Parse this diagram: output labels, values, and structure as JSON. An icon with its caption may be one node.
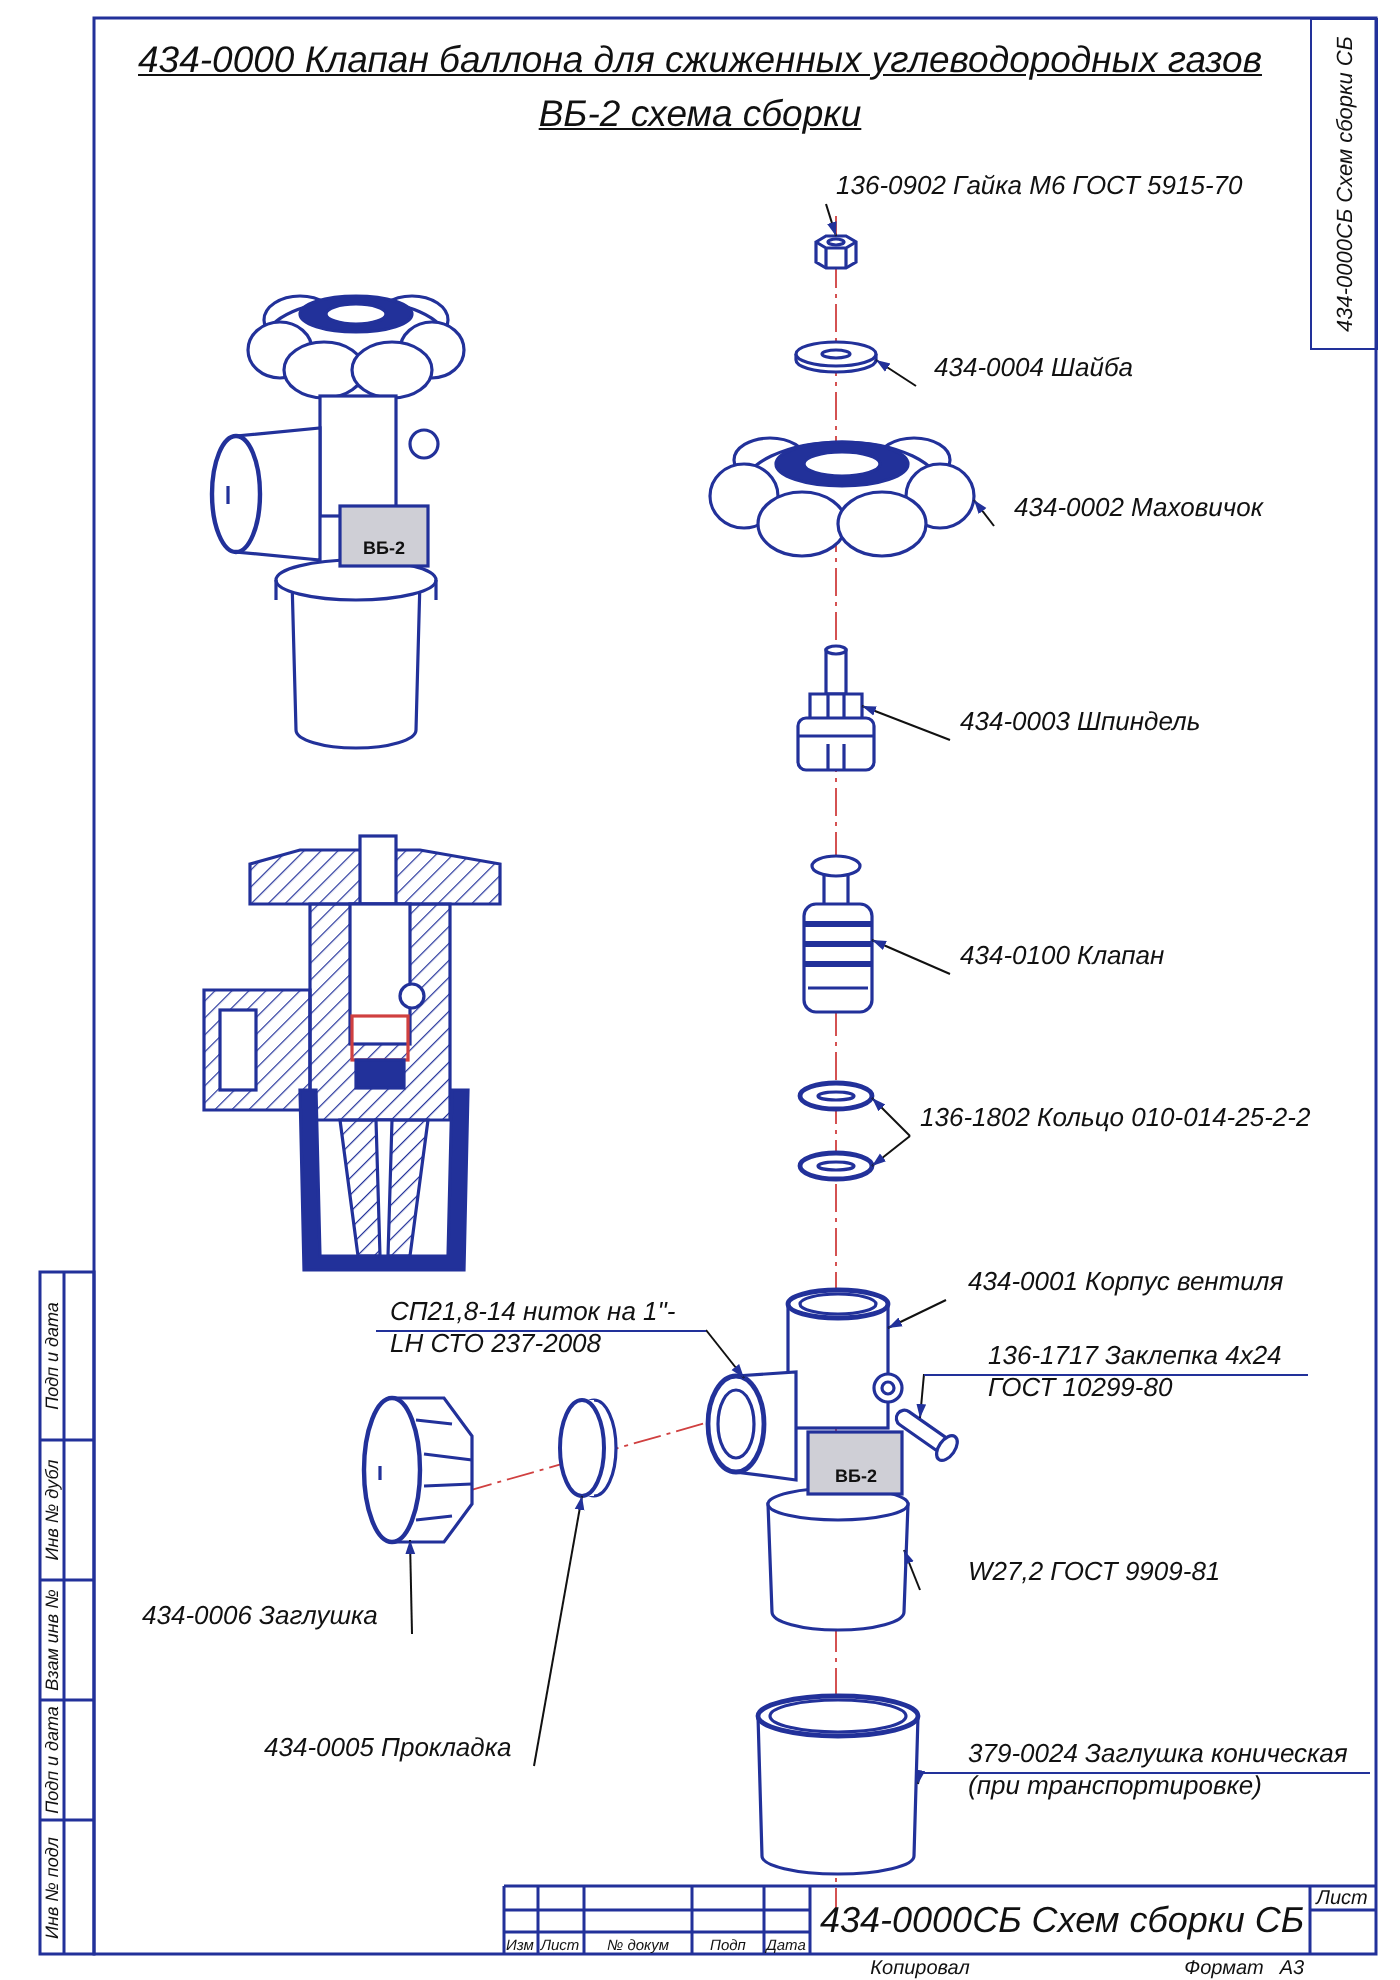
{
  "diagram": {
    "title": "434-0000 Клапан баллона для сжиженных углеводородных газов ВБ-2 схема сборки",
    "nodes": [
      {
        "text": [
          "136-0902 Гайка М6 ГОСТ 5915-70"
        ]
      },
      {
        "text": [],
        "shape": "picture"
      },
      {
        "text": [
          "434-0004 Шайба"
        ]
      },
      {
        "text": [],
        "shape": "picture"
      },
      {
        "text": [
          "434-0002 Маховичок"
        ]
      },
      {
        "text": [],
        "shape": "picture"
      },
      {
        "text": [
          "434-0003 Шпиндель"
        ]
      },
      {
        "text": [],
        "shape": "picture"
      },
      {
        "text": [
          "434-0100 Клапан"
        ]
      },
      {
        "text": [],
        "shape": "picture"
      },
      {
        "text": [
          "136-1802 Кольцо 010-014-25-2-2"
        ]
      },
      {
        "text": [],
        "shape": "picture"
      },
      {
        "text": [],
        "shape": "picture"
      },
      {
        "text": [
          "434-0001 Корпус вентиля"
        ]
      },
      {
        "text": [],
        "shape": "picture"
      },
      {
        "text": [
          "СП21,8-14 ниток на 1\"-LH СТО 237-2008"
        ]
      },
      {
        "text": [
          "136-1717 Заклепка 4х24 ГОСТ 10299-80"
        ]
      },
      {
        "text": [],
        "shape": "bar"
      },
      {
        "text": [
          "W27,2 ГОСТ 9909-81"
        ]
      },
      {
        "text": [
          "434-0006 Заглушка"
        ]
      },
      {
        "text": [],
        "shape": "picture"
      },
      {
        "text": [
          "434-0005 Прокладка"
        ]
      },
      {
        "text": [],
        "shape": "picture"
      },
      {
        "text": [
          "379-0024 Заглушка коническая (при транспортировке)"
        ]
      },
      {
        "text": [],
        "shape": "cylinder"
      }
    ],
    "edges": [
      {
        "from": 0,
        "to": 1,
        "arrow": "to"
      },
      {
        "from": 2,
        "to": 3,
        "arrow": "to"
      },
      {
        "from": 4,
        "to": 5,
        "arrow": "to"
      },
      {
        "from": 6,
        "to": 7,
        "arrow": "to"
      },
      {
        "from": 8,
        "to": 9,
        "arrow": "to"
      },
      {
        "from": 10,
        "to": 11,
        "arrow": "to"
      },
      {
        "from": 10,
        "to": 12,
        "arrow": "to"
      },
      {
        "from": 13,
        "to": 14,
        "arrow": "to"
      },
      {
        "from": 15,
        "to": 14,
        "arrow": "to"
      },
      {
        "from": 16,
        "to": 17,
        "arrow": "to"
      },
      {
        "from": 18,
        "to": 14,
        "arrow": "to"
      },
      {
        "from": 19,
        "to": 20,
        "arrow": "to"
      },
      {
        "from": 21,
        "to": 22,
        "arrow": "to"
      },
      {
        "from": 23,
        "to": 24,
        "arrow": "to"
      }
    ],
    "labels": [
      "434-0000СБ Схем сборки СБ",
      "ВБ-2",
      "ВБ-2",
      "Подп и дата",
      "Инв № дубл",
      "Взам инв №",
      "Подп и дата",
      "Инв № подл",
      "Изм",
      "Лист",
      "№ докум",
      "Подп",
      "Дата",
      "434-0000СБ Схем сборки СБ",
      "Лист",
      "Копировал",
      "Формат",
      "А3"
    ]
  }
}
